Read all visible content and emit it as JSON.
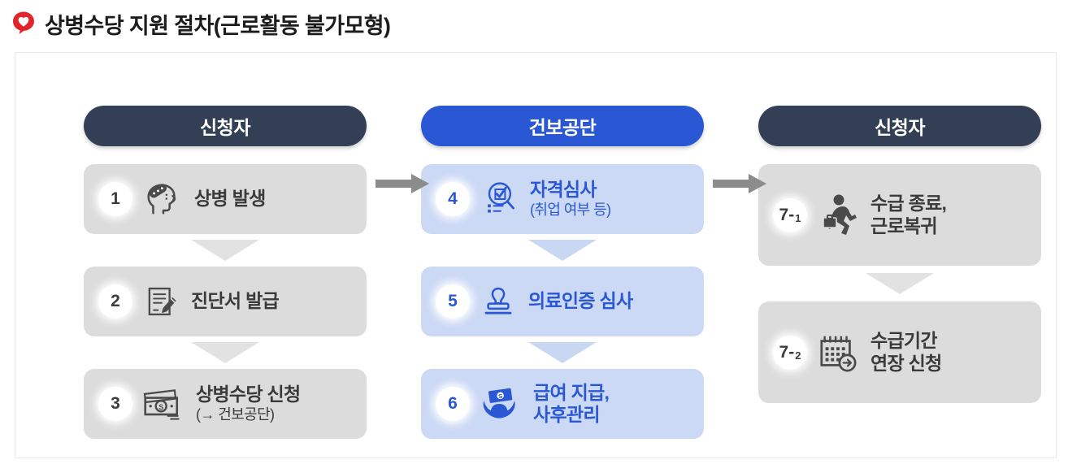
{
  "header": {
    "icon": "heart-pin-icon",
    "title": "상병수당 지원 절차(근로활동 불가모형)"
  },
  "colors": {
    "dark_navy": "#333f54",
    "brand_blue": "#2a58d4",
    "card_gray": "#dcdcdc",
    "card_light_blue": "#ccd9f5",
    "arrow_gray": "#8c8c8c",
    "title_red": "#e2252b"
  },
  "flow": {
    "columns": [
      {
        "header_label": "신청자",
        "header_style": "dark",
        "steps": [
          {
            "number": "1",
            "number_sub": "",
            "icon": "head-bandage-icon",
            "label": "상병 발생",
            "sublabel": ""
          },
          {
            "number": "2",
            "number_sub": "",
            "icon": "document-pen-icon",
            "label": "진단서 발급",
            "sublabel": ""
          },
          {
            "number": "3",
            "number_sub": "",
            "icon": "cash-money-icon",
            "label": "상병수당 신청",
            "sublabel": "(→ 건보공단)"
          }
        ]
      },
      {
        "header_label": "건보공단",
        "header_style": "blue",
        "steps": [
          {
            "number": "4",
            "number_sub": "",
            "icon": "magnifier-checklist-icon",
            "label": "자격심사",
            "sublabel": "(취업 여부 등)"
          },
          {
            "number": "5",
            "number_sub": "",
            "icon": "stamp-icon",
            "label": "의료인증 심사",
            "sublabel": ""
          },
          {
            "number": "6",
            "number_sub": "",
            "icon": "hands-money-icon",
            "label": "급여 지급,\n사후관리",
            "sublabel": ""
          }
        ]
      },
      {
        "header_label": "신청자",
        "header_style": "dark",
        "steps": [
          {
            "number": "7-",
            "number_sub": "1",
            "icon": "running-person-briefcase-icon",
            "label": "수급 종료,\n근로복귀",
            "sublabel": ""
          },
          {
            "number": "7-",
            "number_sub": "2",
            "icon": "calendar-arrow-icon",
            "label": "수급기간\n연장 신청",
            "sublabel": ""
          }
        ]
      }
    ],
    "connectors": {
      "horizontal": [
        "right-arrow-icon",
        "right-arrow-icon"
      ],
      "vertical": "down-triangle-icon"
    }
  }
}
